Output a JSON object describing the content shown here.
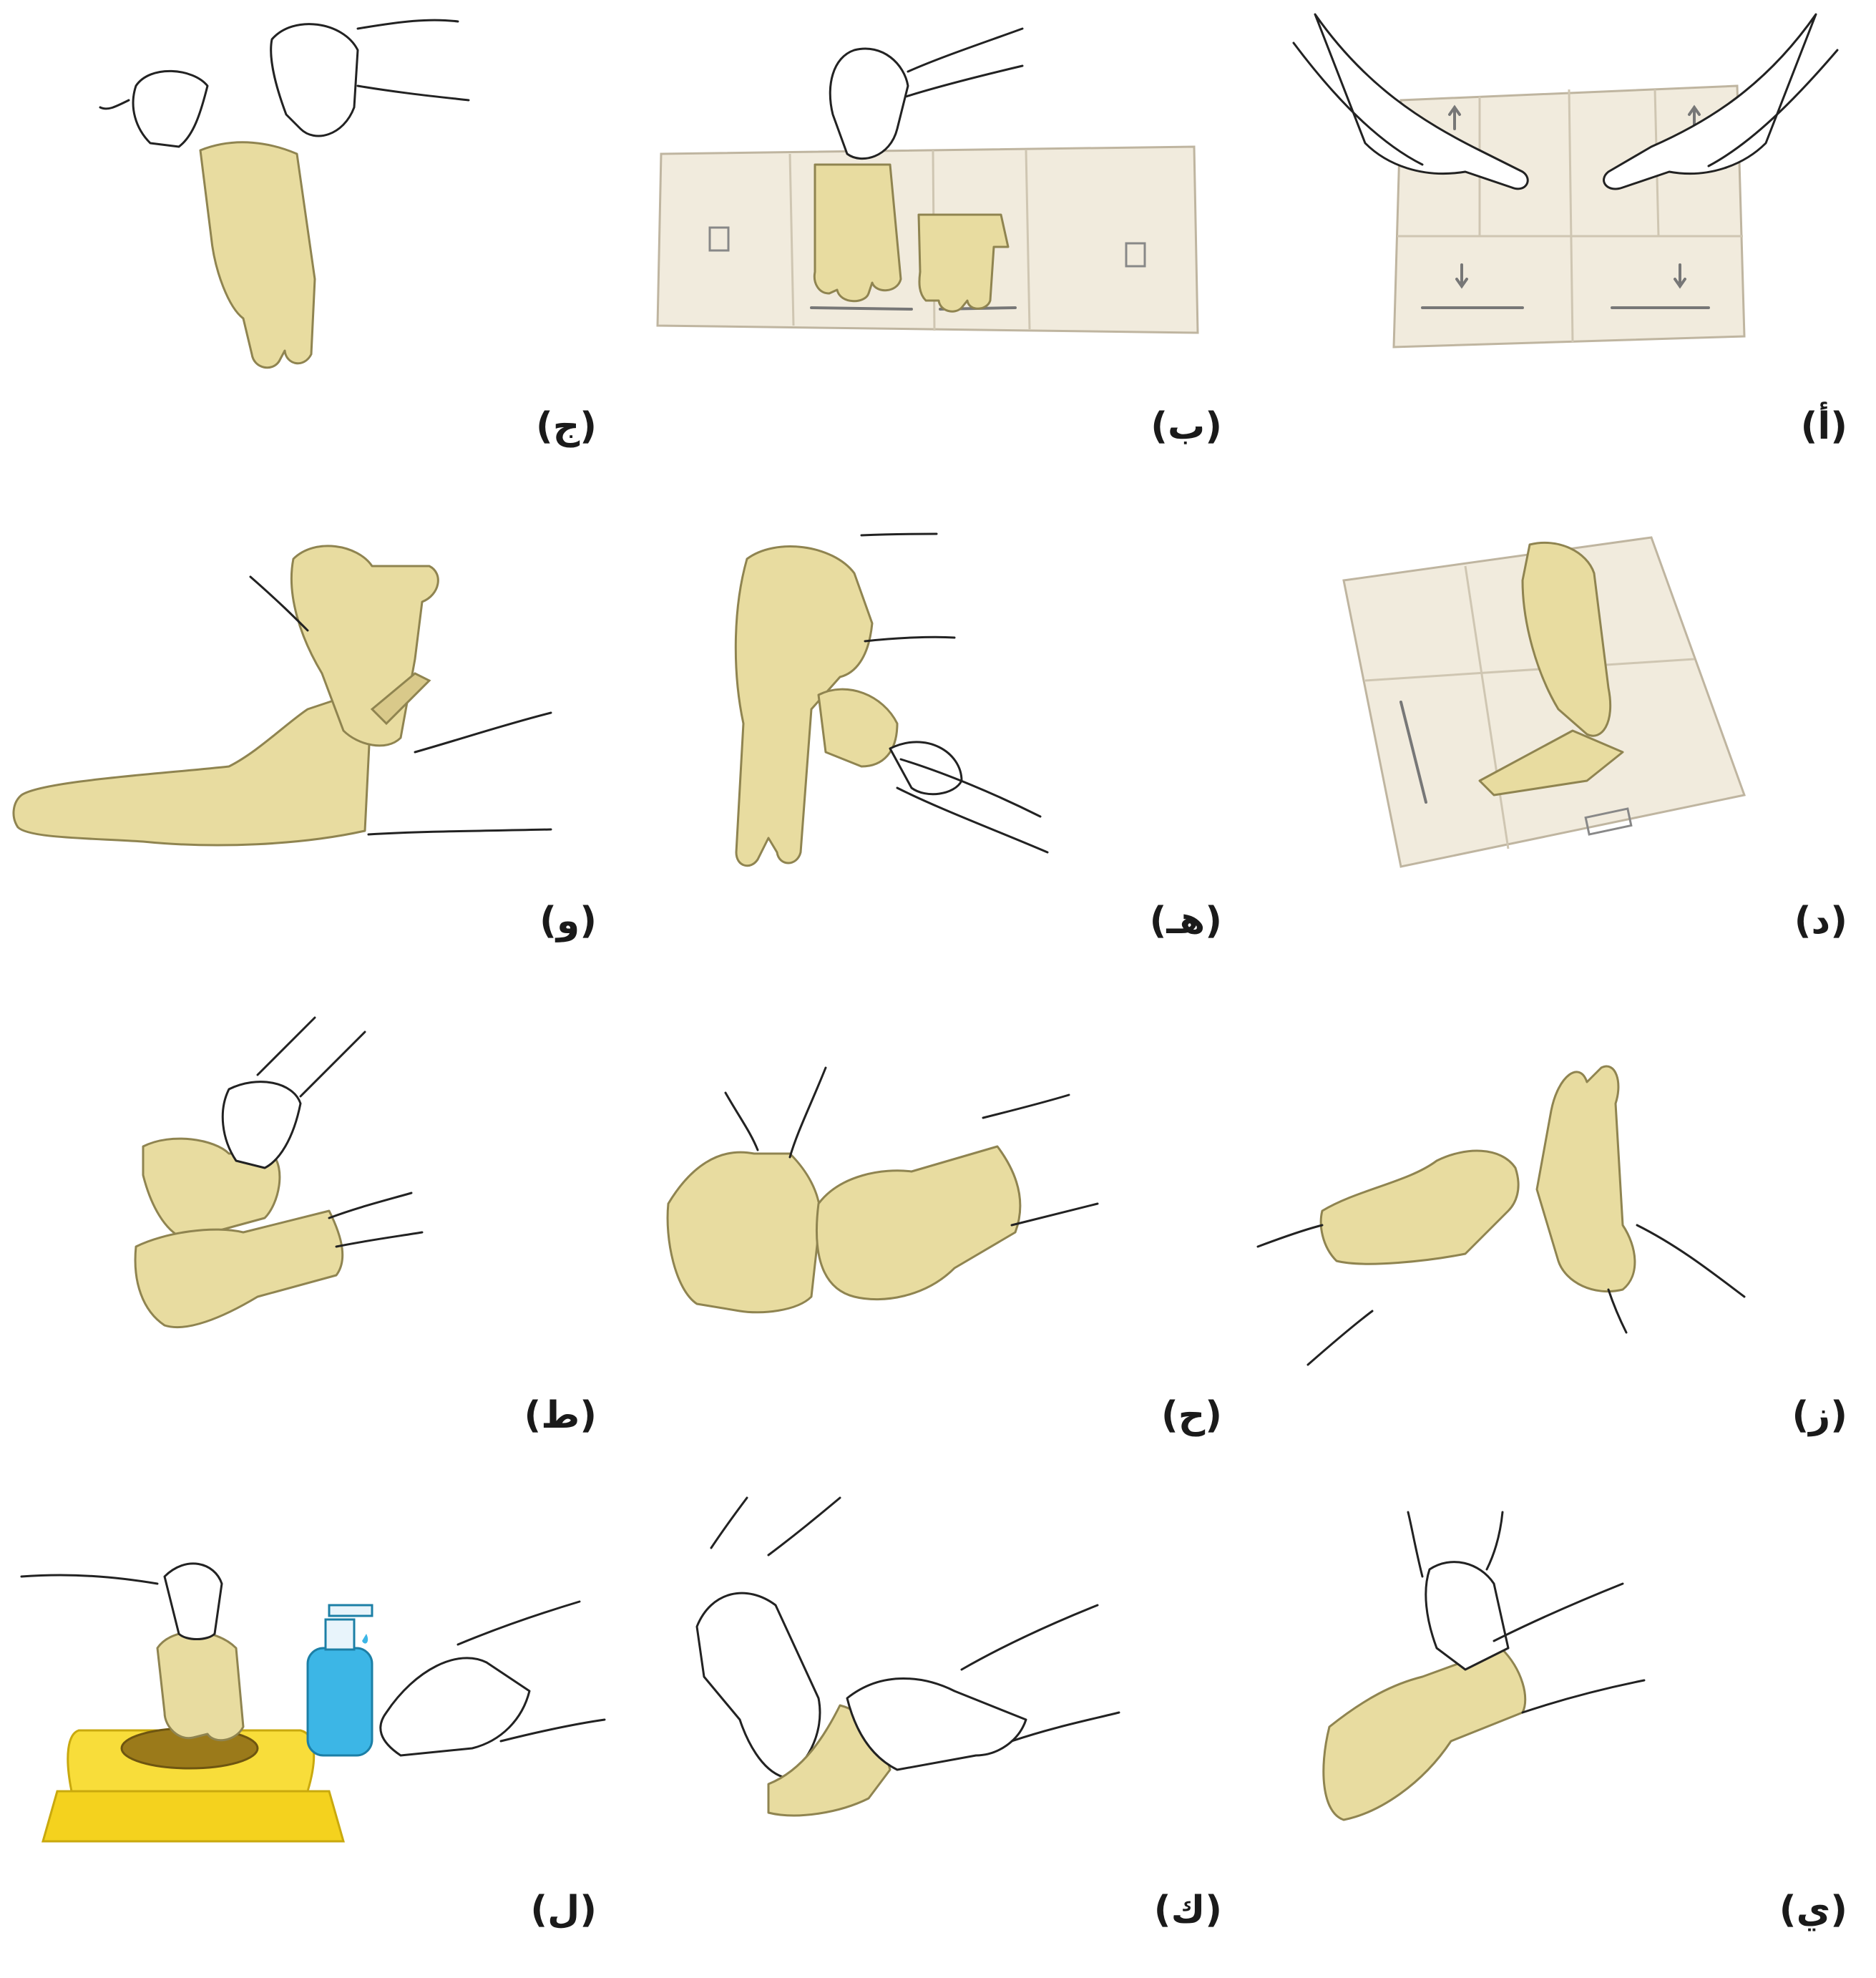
{
  "panels": [
    {
      "label": "(أ)",
      "scene": "opening-inner-glove-wrapper"
    },
    {
      "label": "(ب)",
      "scene": "picking-up-first-glove-by-cuff"
    },
    {
      "label": "(ج)",
      "scene": "pulling-on-first-glove"
    },
    {
      "label": "(د)",
      "scene": "gloved-hand-under-cuff-of-second-glove"
    },
    {
      "label": "(هـ)",
      "scene": "sliding-hand-into-second-glove"
    },
    {
      "label": "(و)",
      "scene": "unfolding-second-cuff"
    },
    {
      "label": "(ز)",
      "scene": "adjusting-fingers"
    },
    {
      "label": "(ح)",
      "scene": "both-hands-gloved"
    },
    {
      "label": "(ط)",
      "scene": "removing-first-glove"
    },
    {
      "label": "(ي)",
      "scene": "peeling-glove-at-wrist"
    },
    {
      "label": "(ك)",
      "scene": "turning-glove-inside-out"
    },
    {
      "label": "(ل)",
      "scene": "disposal-and-hand-rub"
    }
  ],
  "colors": {
    "glove": "#e8dca0",
    "paper": "#f1ebdd",
    "bin": "#f4d21e",
    "bottle": "#3cb6e6",
    "text": "#1a1a1a"
  }
}
